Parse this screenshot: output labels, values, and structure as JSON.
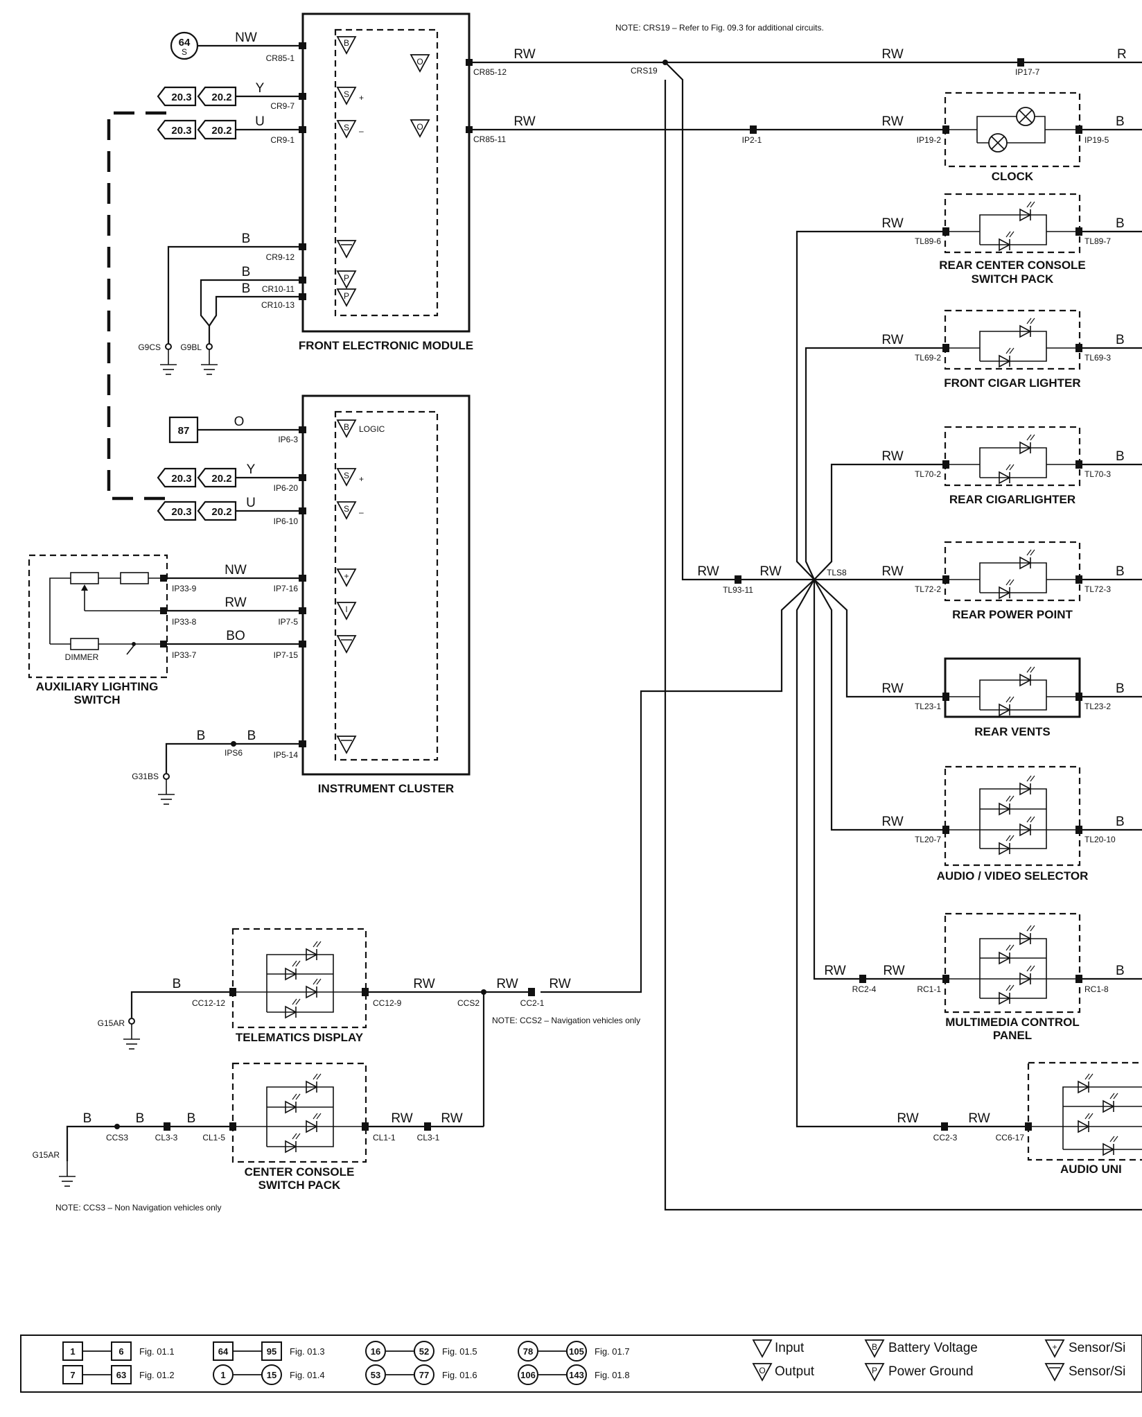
{
  "note_crs19": "NOTE: CRS19 – Refer to Fig. 09.3 for additional circuits.",
  "note_ccs2": "NOTE: CCS2 – Navigation vehicles only",
  "note_ccs3": "NOTE: CCS3 – Non Navigation vehicles only",
  "components": {
    "fem": "FRONT ELECTRONIC MODULE",
    "ic": "INSTRUMENT CLUSTER",
    "aux": [
      "AUXILIARY LIGHTING",
      "SWITCH"
    ],
    "dimmer": "DIMMER",
    "clock": "CLOCK",
    "rccsp": [
      "REAR CENTER CONSOLE",
      "SWITCH PACK"
    ],
    "fcl": "FRONT CIGAR LIGHTER",
    "rcl": "REAR CIGARLIGHTER",
    "rpp": "REAR POWER POINT",
    "rv": "REAR VENTS",
    "avs": "AUDIO / VIDEO SELECTOR",
    "mcp": [
      "MULTIMEDIA CONTROL",
      "PANEL"
    ],
    "audio": "AUDIO UNI",
    "tel": "TELEMATICS DISPLAY",
    "ccsp": [
      "CENTER CONSOLE",
      "SWITCH PACK"
    ]
  },
  "refs": {
    "r64": "64",
    "r64s": "S",
    "r87": "87",
    "r203": "20.3",
    "r202": "20.2"
  },
  "wires": {
    "NW": "NW",
    "Y": "Y",
    "U": "U",
    "B": "B",
    "O": "O",
    "RW": "RW",
    "BO": "BO",
    "RWcut": "R"
  },
  "pins": {
    "cr85_1": "CR85-1",
    "cr9_7": "CR9-7",
    "cr9_1": "CR9-1",
    "cr9_12": "CR9-12",
    "cr10_11": "CR10-11",
    "cr10_13": "CR10-13",
    "cr85_12": "CR85-12",
    "cr85_11": "CR85-11",
    "crs19": "CRS19",
    "ip17_7": "IP17-7",
    "ip2_1": "IP2-1",
    "ip19_2": "IP19-2",
    "ip19_5": "IP19-5",
    "tl89_6": "TL89-6",
    "tl89_7": "TL89-7",
    "tl69_2": "TL69-2",
    "tl69_3": "TL69-3",
    "tl70_2": "TL70-2",
    "tl70_3": "TL70-3",
    "tls8": "TLS8",
    "tl93_11": "TL93-11",
    "tl72_2": "TL72-2",
    "tl72_3": "TL72-3",
    "tl23_1": "TL23-1",
    "tl23_2": "TL23-2",
    "tl20_7": "TL20-7",
    "tl20_10": "TL20-10",
    "rc2_4": "RC2-4",
    "rc1_1": "RC1-1",
    "rc1_8": "RC1-8",
    "cc2_3": "CC2-3",
    "cc6_17": "CC6-17",
    "g9cs": "G9CS",
    "g9bl": "G9BL",
    "ip6_3": "IP6-3",
    "ip6_20": "IP6-20",
    "ip6_10": "IP6-10",
    "ip33_9": "IP33-9",
    "ip33_8": "IP33-8",
    "ip33_7": "IP33-7",
    "ip7_16": "IP7-16",
    "ip7_5": "IP7-5",
    "ip7_15": "IP7-15",
    "ips6": "IPS6",
    "ip5_14": "IP5-14",
    "g31bs": "G31BS",
    "g15ar": "G15AR",
    "cc12_12": "CC12-12",
    "cc12_9": "CC12-9",
    "ccs2": "CCS2",
    "cc2_1": "CC2-1",
    "ccs3": "CCS3",
    "cl3_3": "CL3-3",
    "cl1_5": "CL1-5",
    "cl1_1": "CL1-1",
    "cl3_1": "CL3-1"
  },
  "sym": {
    "logic": "LOGIC",
    "Bs": "B",
    "S": "S",
    "O": "O",
    "P": "P",
    "plus": "+",
    "minus": "–",
    "I": "I"
  },
  "legend": {
    "items": [
      {
        "a": "1",
        "b": "6",
        "fig": "Fig. 01.1"
      },
      {
        "a": "7",
        "b": "63",
        "fig": "Fig. 01.2"
      },
      {
        "a": "64",
        "b": "95",
        "fig": "Fig. 01.3"
      },
      {
        "a": "1",
        "b": "15",
        "fig": "Fig. 01.4"
      },
      {
        "a": "16",
        "b": "52",
        "fig": "Fig. 01.5"
      },
      {
        "a": "53",
        "b": "77",
        "fig": "Fig. 01.6"
      },
      {
        "a": "78",
        "b": "105",
        "fig": "Fig. 01.7"
      },
      {
        "a": "106",
        "b": "143",
        "fig": "Fig. 01.8"
      }
    ],
    "input": "Input",
    "output": "Output",
    "battery": "Battery Voltage",
    "power_ground": "Power Ground",
    "sensor1": "Sensor/Si",
    "sensor2": "Sensor/Si"
  }
}
